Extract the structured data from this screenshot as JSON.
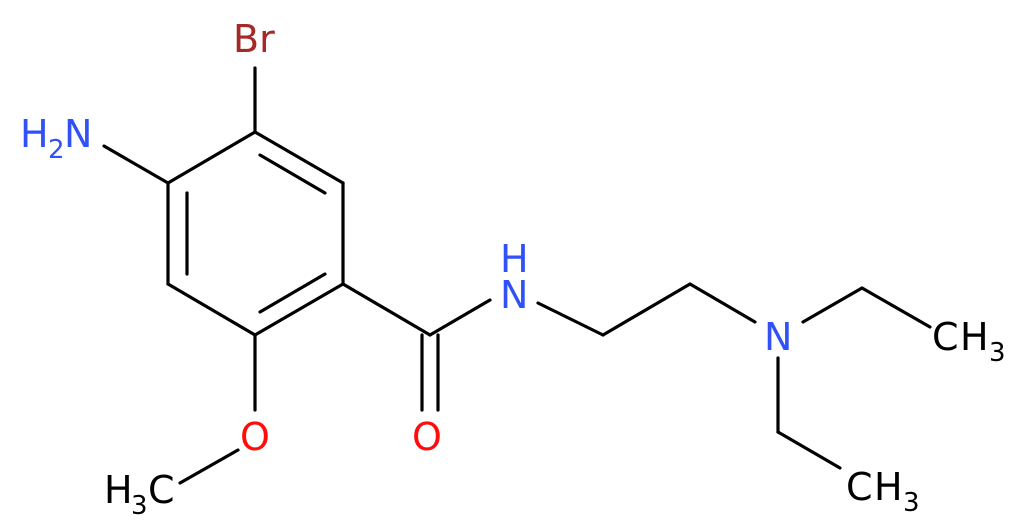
{
  "molecule": {
    "atoms": {
      "br": {
        "label": "Br",
        "color": "#a62929"
      },
      "nh2": {
        "label_main": "H",
        "sub": "2",
        "label_tail": "N",
        "color": "#3050f8"
      },
      "nh": {
        "label": "H",
        "label_n": "N",
        "color": "#3050f8"
      },
      "n_amine": {
        "label": "N",
        "color": "#3050f8"
      },
      "o_carbonyl": {
        "label": "O",
        "color": "#ff0d0d"
      },
      "o_methoxy": {
        "label": "O",
        "color": "#ff0d0d"
      },
      "ch3_methoxy": {
        "h": "H",
        "sub": "3",
        "c": "C",
        "color": "#000000"
      },
      "ch3_ethyl_1": {
        "c": "C",
        "h": "H",
        "sub": "3",
        "color": "#000000"
      },
      "ch3_ethyl_2": {
        "c": "C",
        "h": "H",
        "sub": "3",
        "color": "#000000"
      }
    }
  }
}
